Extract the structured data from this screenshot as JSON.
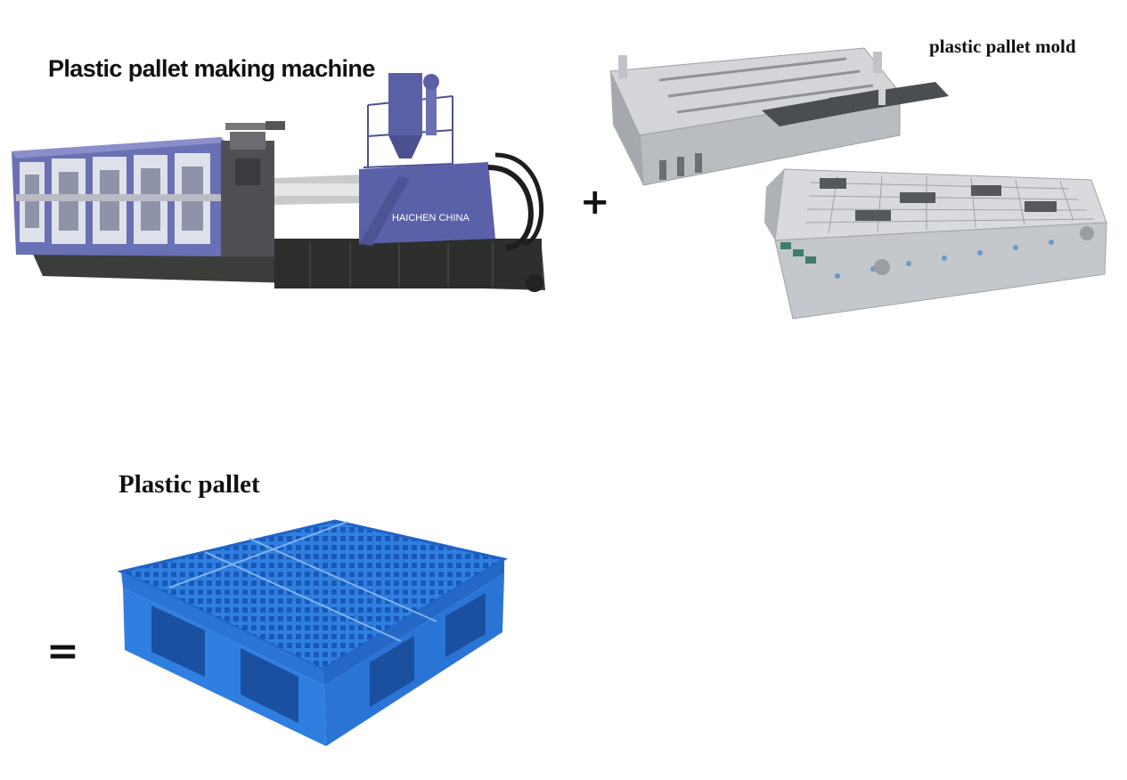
{
  "labels": {
    "machine_title": "Plastic pallet making machine",
    "mold_title": "plastic pallet mold",
    "pallet_title": "Plastic pallet",
    "machine_brand": "HAICHEN CHINA"
  },
  "operators": {
    "plus": "+",
    "equals": "="
  },
  "icons": {
    "machine": "injection-molding-machine-illustration",
    "mold": "pallet-mold-illustration",
    "pallet": "plastic-pallet-illustration"
  },
  "colors": {
    "machine_body": "#5b61a8",
    "machine_base": "#3b3d3a",
    "mold_steel": "#c9cccf",
    "pallet_blue": "#2f7fe0"
  }
}
